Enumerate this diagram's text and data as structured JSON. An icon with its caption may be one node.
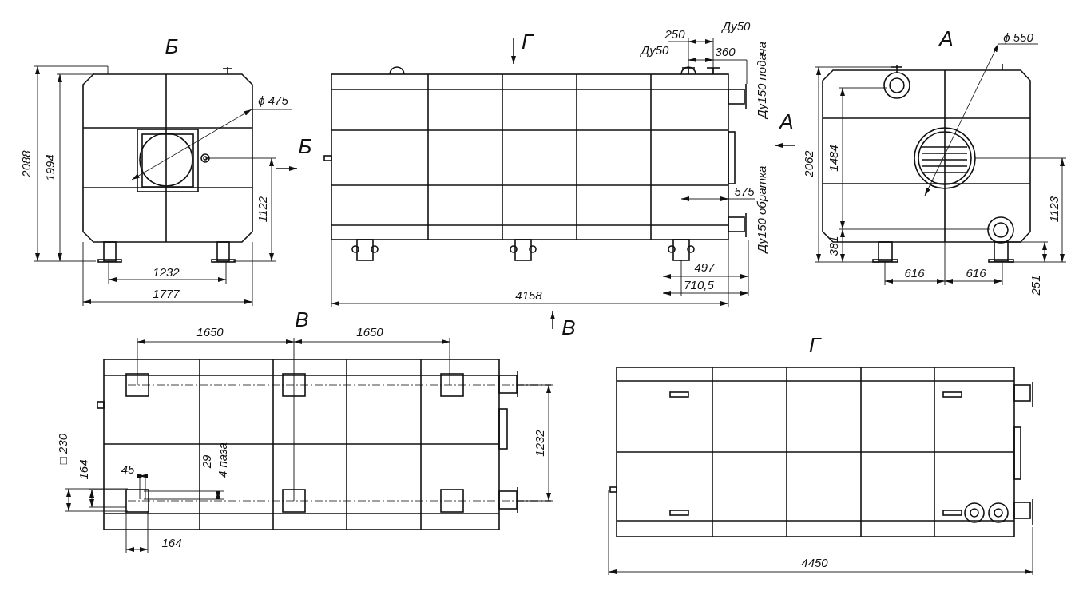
{
  "diagram": {
    "labels": [
      "Б",
      "Г",
      "250",
      "Ду50",
      "Ду50",
      "360",
      "Ду150 подача",
      "А",
      "ϕ 550",
      "ϕ 475",
      "2088",
      "1994",
      "Б",
      "1122",
      "А",
      "575",
      "Ду150 обратка",
      "2062",
      "1484",
      "1123",
      "381",
      "1232",
      "1777",
      "497",
      "710,5",
      "4158",
      "616",
      "616",
      "251",
      "В",
      "В",
      "Г",
      "1650",
      "1650",
      "□ 230",
      "164",
      "45",
      "29",
      "4 паза",
      "1232",
      "164",
      "4450"
    ]
  }
}
